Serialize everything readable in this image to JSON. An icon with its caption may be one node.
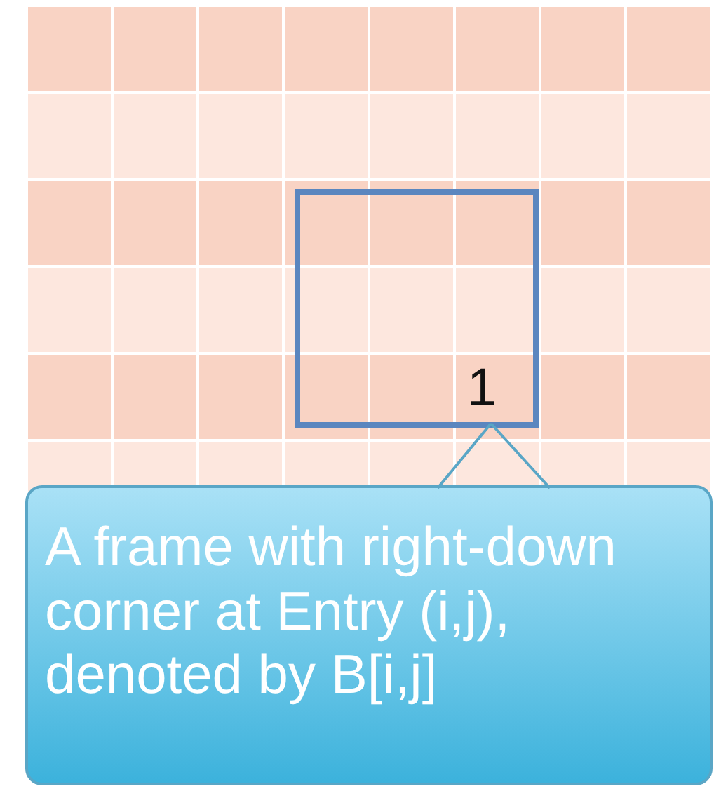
{
  "diagram": {
    "nodes": [
      {
        "text": [
          "A frame with right-down corner at Entry (i,j), denoted by B[i,j]"
        ]
      },
      {
        "text": [],
        "shape": "box"
      }
    ],
    "edges": [
      {
        "from": 0,
        "to": 1,
        "arrow": "none"
      }
    ],
    "labels": [
      "1"
    ]
  }
}
